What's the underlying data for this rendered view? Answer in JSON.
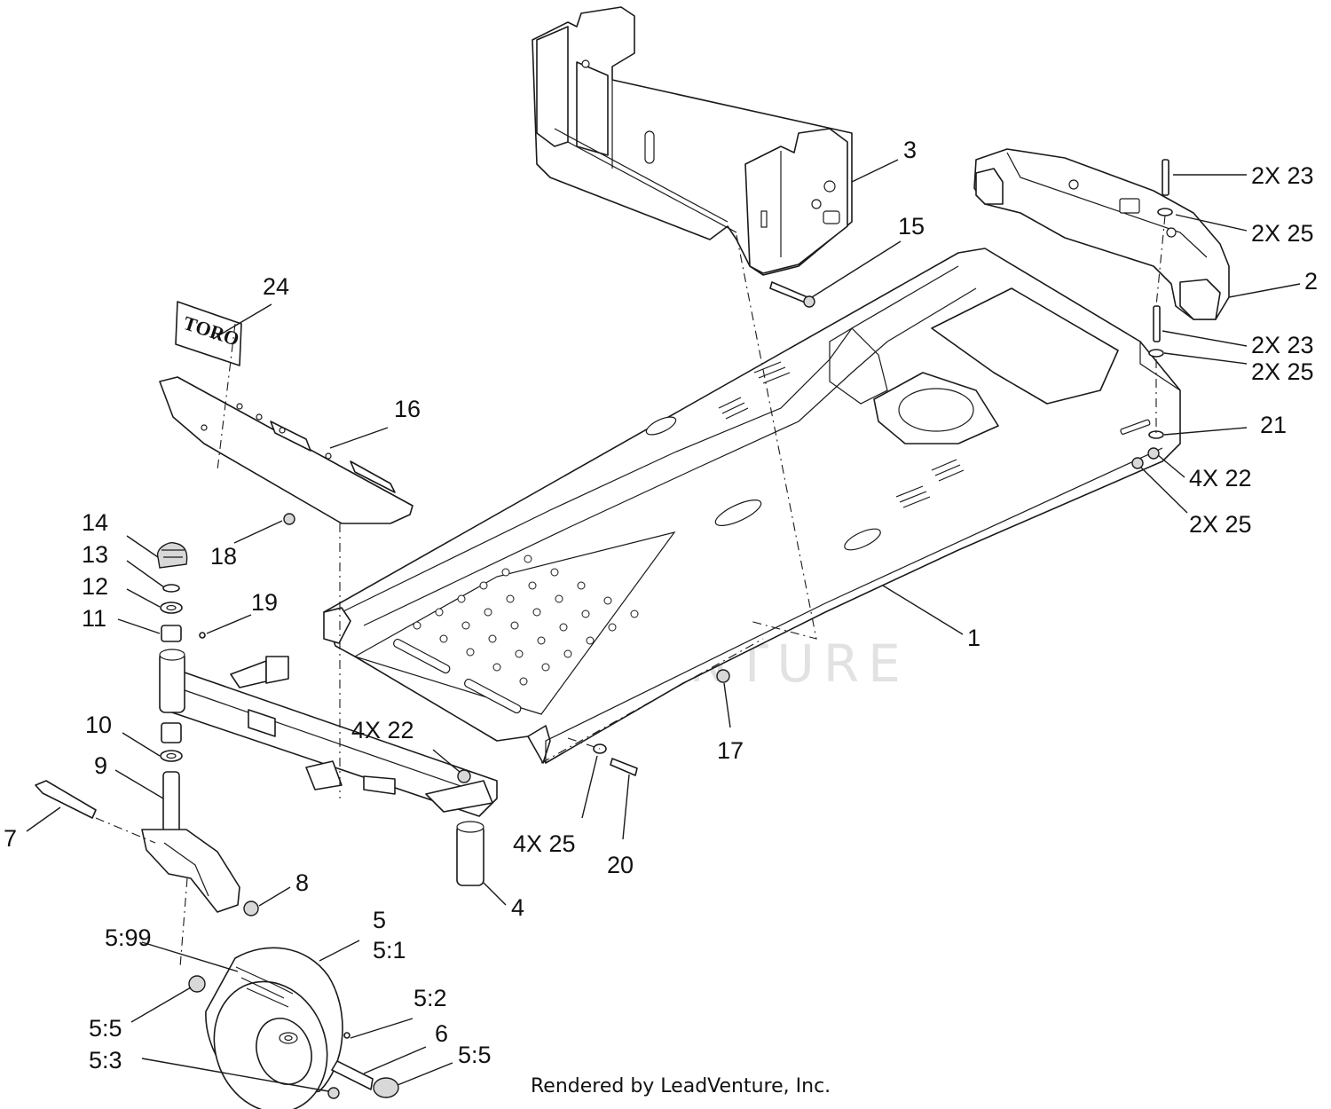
{
  "watermark": "LEADVENTURE",
  "logo_text": "TORO",
  "footer": "Rendered by LeadVenture, Inc.",
  "callouts": [
    {
      "id": "c1",
      "label": "1"
    },
    {
      "id": "c2",
      "label": "2"
    },
    {
      "id": "c3",
      "label": "3"
    },
    {
      "id": "c4",
      "label": "4"
    },
    {
      "id": "c5",
      "label": "5"
    },
    {
      "id": "c5_1",
      "label": "5:1"
    },
    {
      "id": "c5_2",
      "label": "5:2"
    },
    {
      "id": "c5_3",
      "label": "5:3"
    },
    {
      "id": "c5_5a",
      "label": "5:5"
    },
    {
      "id": "c5_5b",
      "label": "5:5"
    },
    {
      "id": "c5_99",
      "label": "5:99"
    },
    {
      "id": "c6",
      "label": "6"
    },
    {
      "id": "c7",
      "label": "7"
    },
    {
      "id": "c8",
      "label": "8"
    },
    {
      "id": "c9",
      "label": "9"
    },
    {
      "id": "c10",
      "label": "10"
    },
    {
      "id": "c11",
      "label": "11"
    },
    {
      "id": "c12",
      "label": "12"
    },
    {
      "id": "c13",
      "label": "13"
    },
    {
      "id": "c14",
      "label": "14"
    },
    {
      "id": "c15",
      "label": "15"
    },
    {
      "id": "c16",
      "label": "16"
    },
    {
      "id": "c17",
      "label": "17"
    },
    {
      "id": "c18",
      "label": "18"
    },
    {
      "id": "c19",
      "label": "19"
    },
    {
      "id": "c20",
      "label": "20"
    },
    {
      "id": "c21",
      "label": "21"
    },
    {
      "id": "c22a",
      "label": "4X  22"
    },
    {
      "id": "c22b",
      "label": "4X  22"
    },
    {
      "id": "c23a",
      "label": "2X  23"
    },
    {
      "id": "c23b",
      "label": "2X  23"
    },
    {
      "id": "c24",
      "label": "24"
    },
    {
      "id": "c25a",
      "label": "2X  25"
    },
    {
      "id": "c25b",
      "label": "2X  25"
    },
    {
      "id": "c25c",
      "label": "2X  25"
    },
    {
      "id": "c25d",
      "label": "4X  25"
    }
  ]
}
